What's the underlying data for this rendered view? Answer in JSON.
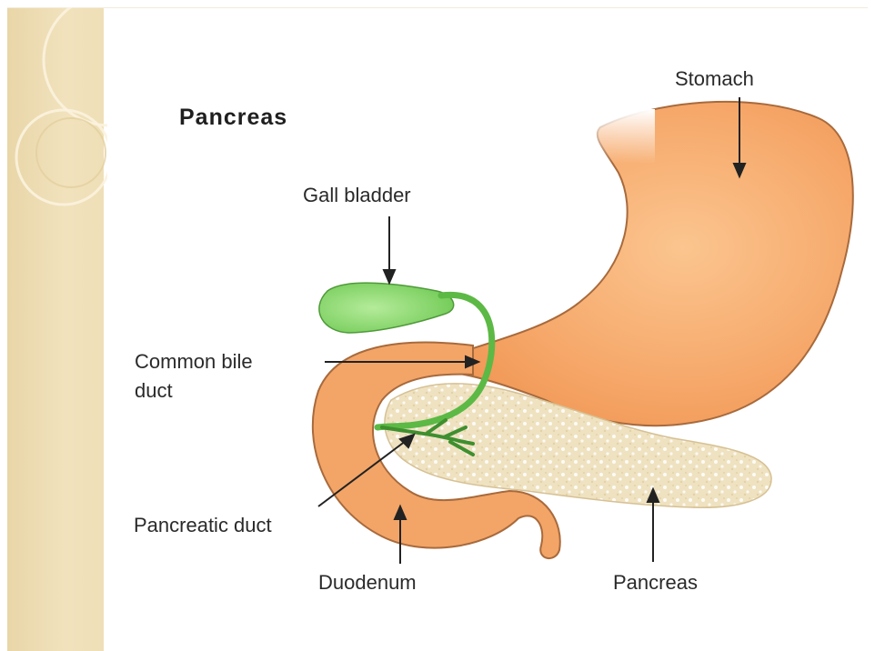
{
  "slide": {
    "title": "Pancreas",
    "accent_band_color": "#ecd9ae",
    "organ_colors": {
      "stomach": "#f5a565",
      "gall_bladder": "#7fd164",
      "pancreas": "#f1e4c4",
      "ducts": "#5cb945"
    }
  },
  "labels": {
    "stomach": "Stomach",
    "gall_bladder": "Gall bladder",
    "common_bile_duct_line1": "Common bile",
    "common_bile_duct_line2": "duct",
    "pancreatic_duct": "Pancreatic duct",
    "duodenum": "Duodenum",
    "pancreas": "Pancreas"
  }
}
